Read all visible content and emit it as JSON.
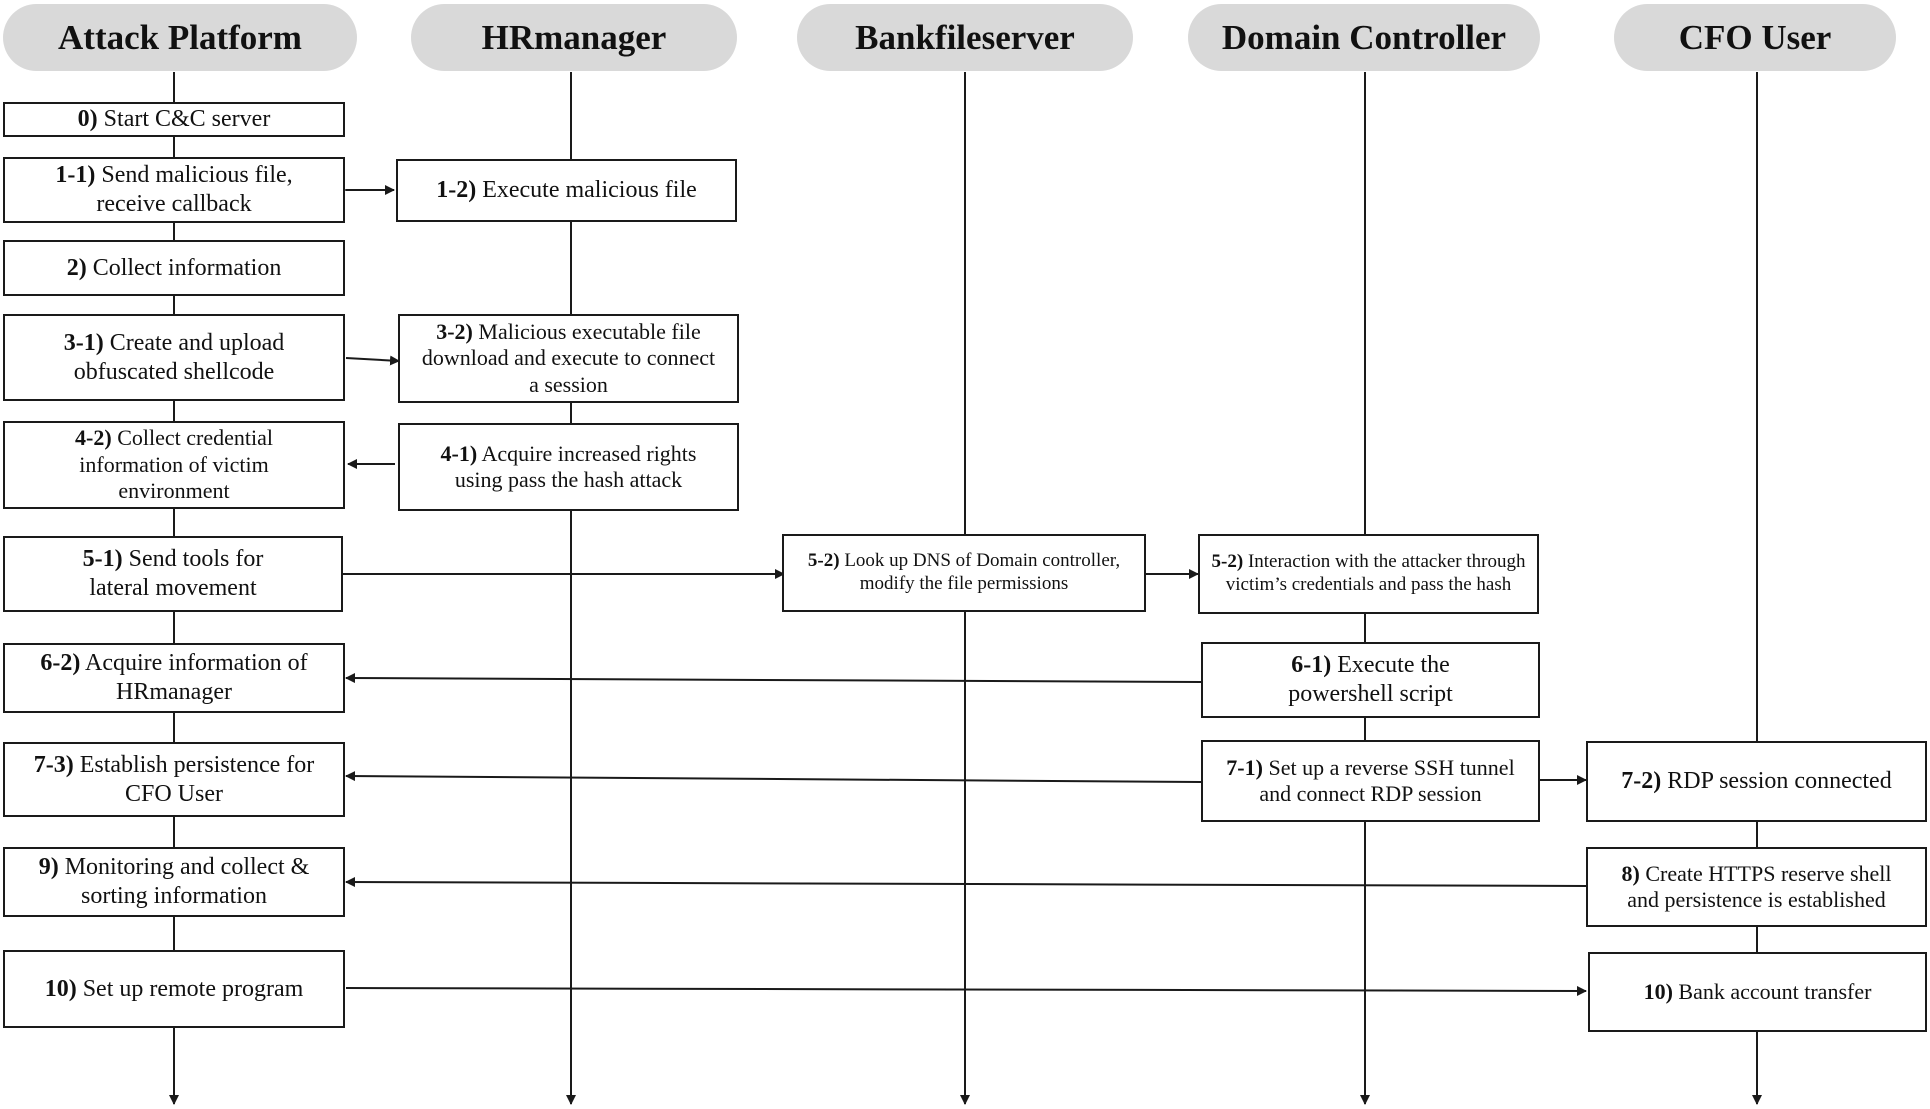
{
  "lanes": [
    {
      "id": "attack",
      "label": "Attack Platform"
    },
    {
      "id": "hr",
      "label": "HRmanager"
    },
    {
      "id": "bank",
      "label": "Bankfileserver"
    },
    {
      "id": "dc",
      "label": "Domain Controller"
    },
    {
      "id": "cfo",
      "label": "CFO User"
    }
  ],
  "steps": {
    "s0": {
      "num": "0)",
      "text": "Start C&C server"
    },
    "s1_1": {
      "num": "1-1)",
      "text": "Send malicious file, receive callback"
    },
    "s1_2": {
      "num": "1-2)",
      "text": "Execute malicious file"
    },
    "s2": {
      "num": "2)",
      "text": "Collect information"
    },
    "s3_1": {
      "num": "3-1)",
      "text": "Create and upload obfuscated shellcode"
    },
    "s3_2": {
      "num": "3-2)",
      "text": "Malicious executable file download and execute to connect a session"
    },
    "s4_2": {
      "num": "4-2)",
      "text": "Collect credential information of victim environment"
    },
    "s4_1": {
      "num": "4-1)",
      "text": "Acquire increased rights using pass the hash attack"
    },
    "s5_1": {
      "num": "5-1)",
      "text": "Send tools for lateral movement"
    },
    "s5_2b": {
      "num": "5-2)",
      "text": "Look up DNS of Domain controller, modify the file permissions"
    },
    "s5_2d": {
      "num": "5-2)",
      "text": "Interaction with the attacker through victim’s credentials and pass the hash"
    },
    "s6_2": {
      "num": "6-2)",
      "text": "Acquire information of HRmanager"
    },
    "s6_1": {
      "num": "6-1)",
      "text": "Execute the powershell script"
    },
    "s7_3": {
      "num": "7-3)",
      "text": "Establish persistence for CFO User"
    },
    "s7_1": {
      "num": "7-1)",
      "text": "Set up a reverse SSH tunnel and connect RDP session"
    },
    "s7_2": {
      "num": "7-2)",
      "text": "RDP session connected"
    },
    "s9": {
      "num": "9)",
      "text": "Monitoring and collect & sorting information"
    },
    "s8": {
      "num": "8)",
      "text": "Create HTTPS reserve shell and persistence is established"
    },
    "s10a": {
      "num": "10)",
      "text": "Set up remote program"
    },
    "s10c": {
      "num": "10)",
      "text": "Bank account transfer"
    }
  }
}
